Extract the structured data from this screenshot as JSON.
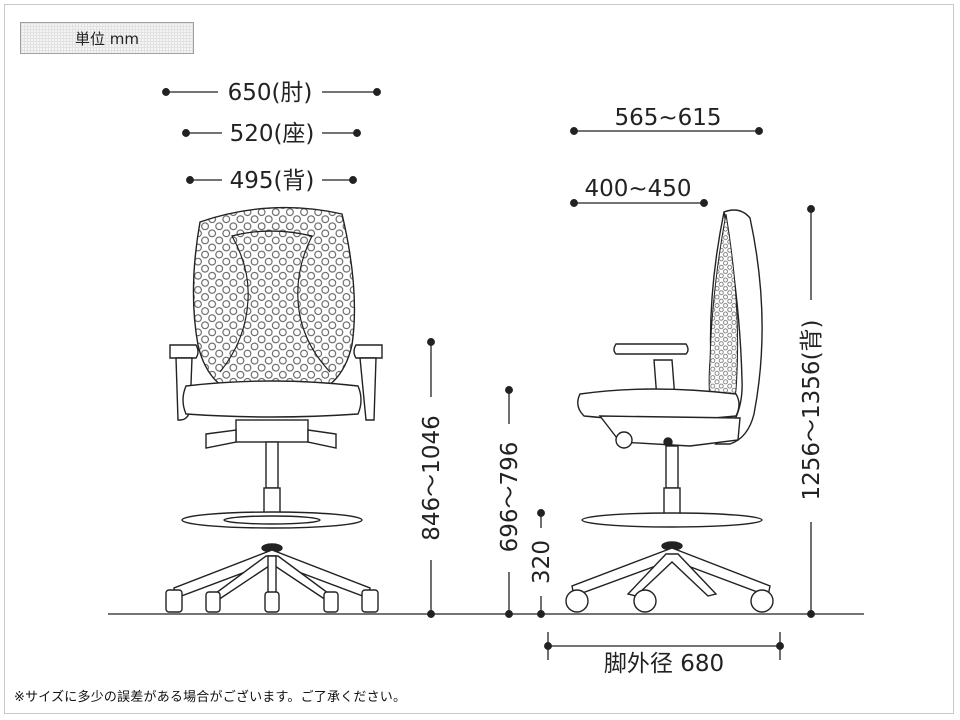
{
  "unit_label": "単位 mm",
  "front_view": {
    "armrest_width": "650(肘)",
    "seat_width": "520(座)",
    "back_width": "495(背)",
    "armrest_height": "846～1046",
    "seat_height": "696～796",
    "footrest_height": "320"
  },
  "side_view": {
    "overall_depth": "565~615",
    "seat_depth": "400~450",
    "back_height": "1256～1356(背)",
    "base_diameter": "脚外径 680"
  },
  "note": "※サイズに多少の誤差がある場合がございます。ご了承ください。",
  "colors": {
    "line": "#222222",
    "frame": "#c8c8c8",
    "mesh": "#555555"
  }
}
